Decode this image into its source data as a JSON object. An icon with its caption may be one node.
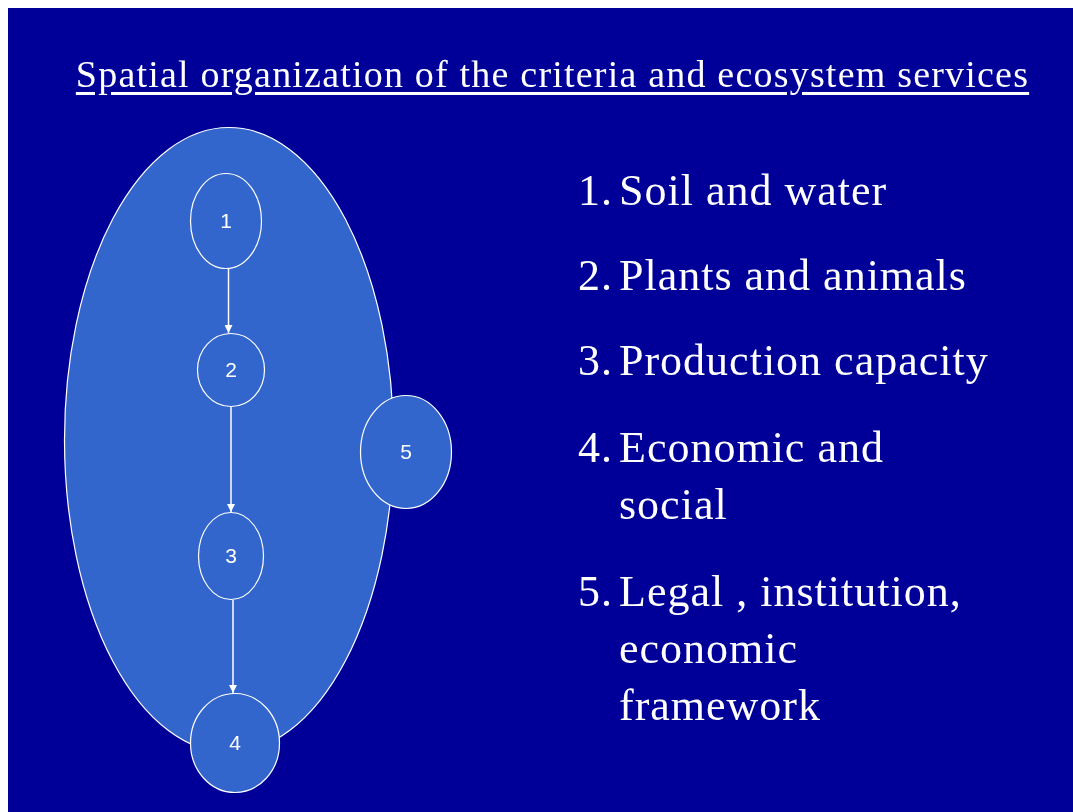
{
  "diagram": {
    "title": "Spatial organization of the criteria and ecosystem services",
    "nodes": [
      {
        "text": [],
        "shape": "ellipse"
      },
      {
        "text": [
          "1"
        ],
        "in": 0
      },
      {
        "text": [
          "2"
        ],
        "in": 0
      },
      {
        "text": [
          "3"
        ],
        "in": 0
      },
      {
        "text": [
          "4"
        ]
      },
      {
        "text": [
          "5"
        ]
      }
    ],
    "edges": [
      {
        "from": 1,
        "to": 2,
        "arrow": "to"
      },
      {
        "from": 2,
        "to": 3,
        "arrow": "to"
      },
      {
        "from": 3,
        "to": 4,
        "arrow": "to"
      }
    ],
    "labels": [
      "1.",
      "Soil and water",
      "2.",
      "Plants and animals",
      "3.",
      "Production capacity",
      "4.",
      "Economic and social",
      "5.",
      "Legal , institution, economic framework"
    ]
  }
}
